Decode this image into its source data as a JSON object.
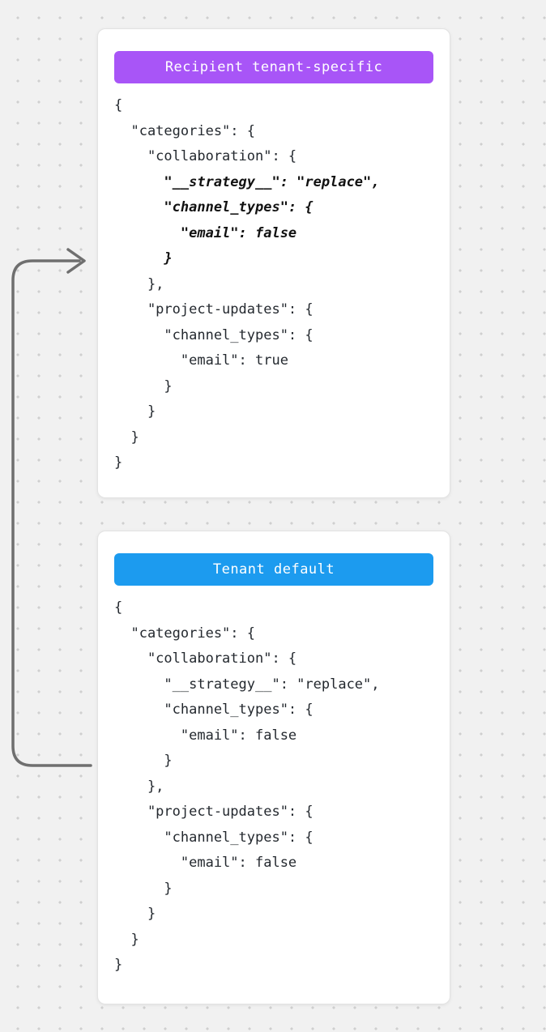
{
  "cards": [
    {
      "badge": {
        "label": "Recipient tenant-specific",
        "color": "#a855f7"
      },
      "code_lines": [
        {
          "text": "{",
          "emphasis": false
        },
        {
          "text": "  \"categories\": {",
          "emphasis": false
        },
        {
          "text": "    \"collaboration\": {",
          "emphasis": false
        },
        {
          "text": "      \"__strategy__\": \"replace\",",
          "emphasis": true
        },
        {
          "text": "      \"channel_types\": {",
          "emphasis": true
        },
        {
          "text": "        \"email\": false",
          "emphasis": true
        },
        {
          "text": "      }",
          "emphasis": true
        },
        {
          "text": "    },",
          "emphasis": false
        },
        {
          "text": "    \"project-updates\": {",
          "emphasis": false
        },
        {
          "text": "      \"channel_types\": {",
          "emphasis": false
        },
        {
          "text": "        \"email\": true",
          "emphasis": false
        },
        {
          "text": "      }",
          "emphasis": false
        },
        {
          "text": "    }",
          "emphasis": false
        },
        {
          "text": "  }",
          "emphasis": false
        },
        {
          "text": "}",
          "emphasis": false
        }
      ]
    },
    {
      "badge": {
        "label": "Tenant default",
        "color": "#1c9bef"
      },
      "code_lines": [
        {
          "text": "{",
          "emphasis": false
        },
        {
          "text": "  \"categories\": {",
          "emphasis": false
        },
        {
          "text": "    \"collaboration\": {",
          "emphasis": false
        },
        {
          "text": "      \"__strategy__\": \"replace\",",
          "emphasis": false
        },
        {
          "text": "      \"channel_types\": {",
          "emphasis": false
        },
        {
          "text": "        \"email\": false",
          "emphasis": false
        },
        {
          "text": "      }",
          "emphasis": false
        },
        {
          "text": "    },",
          "emphasis": false
        },
        {
          "text": "    \"project-updates\": {",
          "emphasis": false
        },
        {
          "text": "      \"channel_types\": {",
          "emphasis": false
        },
        {
          "text": "        \"email\": false",
          "emphasis": false
        },
        {
          "text": "      }",
          "emphasis": false
        },
        {
          "text": "    }",
          "emphasis": false
        },
        {
          "text": "  }",
          "emphasis": false
        },
        {
          "text": "}",
          "emphasis": false
        }
      ]
    }
  ],
  "arrow": {
    "color": "#6f6f6f"
  }
}
